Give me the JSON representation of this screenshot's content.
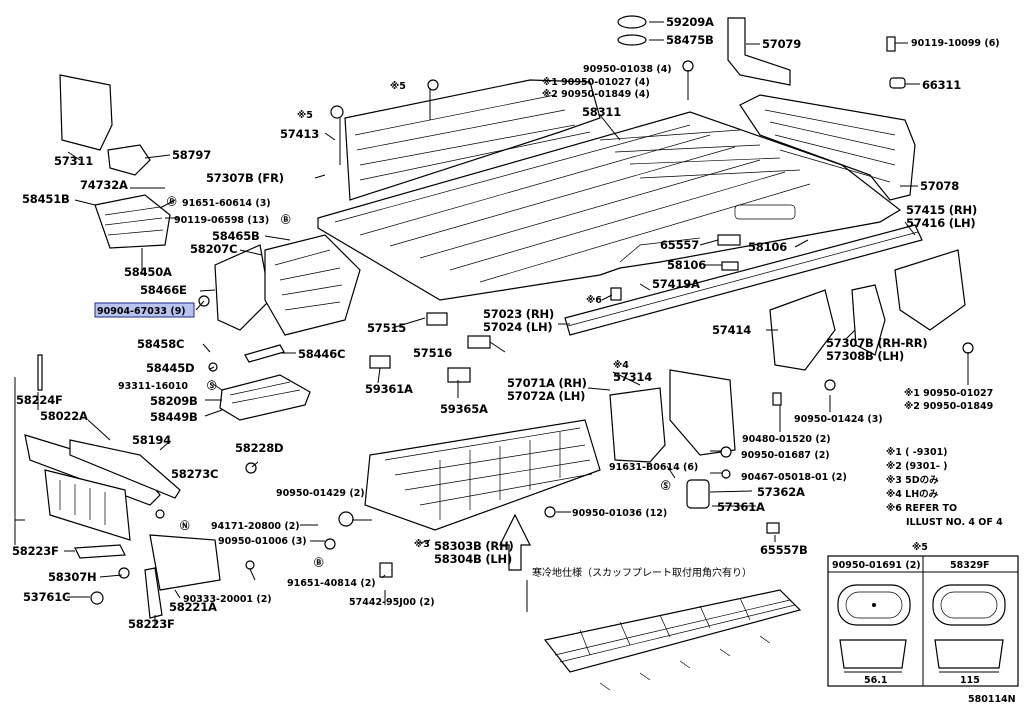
{
  "highlighted_part": "90904-67033 (9)",
  "diagram_number": "580114N",
  "labels": {
    "p59209A": "59209A",
    "p58475B": "58475B",
    "p57079": "57079",
    "p90119_10099": "90119-10099 (6)",
    "p66311": "66311",
    "p90950_01038": "90950-01038 (4)",
    "p90950_01027": "※1 90950-01027 (4)",
    "p90950_01849": "※2 90950-01849 (4)",
    "star5a": "※5",
    "star5b": "※5",
    "p58311": "58311",
    "p57413": "57413",
    "p57311": "57311",
    "p58797": "58797",
    "p57307BFR": "57307B (FR)",
    "p74732A": "74732A",
    "p58451B": "58451B",
    "p91651_60614": "91651-60614 (3)",
    "p90119_06598": "90119-06598 (13)",
    "p58465B": "58465B",
    "p58207C": "58207C",
    "p58450A": "58450A",
    "p58466E": "58466E",
    "p90904_67033": "90904-67033 (9)",
    "p57078": "57078",
    "p57415": "57415 (RH)",
    "p57416": "57416 (LH)",
    "p65557": "65557",
    "p58106a": "58106",
    "p58106b": "58106",
    "p57419A": "57419A",
    "star6": "※6",
    "p57515": "57515",
    "p57023": "57023 (RH)",
    "p57024": "57024 (LH)",
    "p57414": "57414",
    "p57307BRR": "57307B (RH-RR)",
    "p57308B": "57308B (LH)",
    "p58458C": "58458C",
    "p58446C": "58446C",
    "p57516": "57516",
    "p58445D": "58445D",
    "p93311": "93311-16010",
    "p59361A": "59361A",
    "p58209B": "58209B",
    "p58449B": "58449B",
    "p59365A": "59365A",
    "star4a": "※4",
    "p57314": "57314",
    "p57071A": "57071A (RH)",
    "p57072A": "57072A (LH)",
    "p58224F": "58224F",
    "p58022A": "58022A",
    "p58194": "58194",
    "p58228D": "58228D",
    "p90950_01424": "90950-01424 (3)",
    "r1": "※1 90950-01027",
    "r2": "※2 90950-01849",
    "p58273C": "58273C",
    "p90480": "90480-01520 (2)",
    "p90950_01687": "90950-01687 (2)",
    "p91631": "91631-B0614 (6)",
    "p90467": "90467-05018-01 (2)",
    "p57362A": "57362A",
    "p57361A": "57361A",
    "p90950_01429": "90950-01429 (2)",
    "p90950_01036": "90950-01036 (12)",
    "p94171": "94171-20800 (2)",
    "p90950_01006": "90950-01006 (3)",
    "star3": "※3",
    "p58303B": "58303B (RH)",
    "p58304B": "58304B (LH)",
    "p65557B": "65557B",
    "p58223Fa": "58223F",
    "p58307H": "58307H",
    "p53761C": "53761C",
    "p58221A": "58221A",
    "p58223Fb": "58223F",
    "p91651_40814": "91651-40814 (2)",
    "p90333": "90333-20001 (2)",
    "p57442": "57442-95J00 (2)",
    "cold_spec": "寒冷地仕様（スカッフプレート取付用角穴有り）",
    "legend": [
      "※1 (        -9301)",
      "※2 (9301-        )",
      "※3 5Dのみ",
      "※4 LHのみ",
      "※6 REFER TO",
      "ILLUST NO. 4 OF 4"
    ],
    "inset_title": "※5",
    "inset_left": "90950-01691 (2)",
    "inset_right": "58329F",
    "dim_left": "56.1",
    "dim_right": "115"
  },
  "circle_symbols": {
    "B": "B",
    "S": "S",
    "N": "N"
  }
}
